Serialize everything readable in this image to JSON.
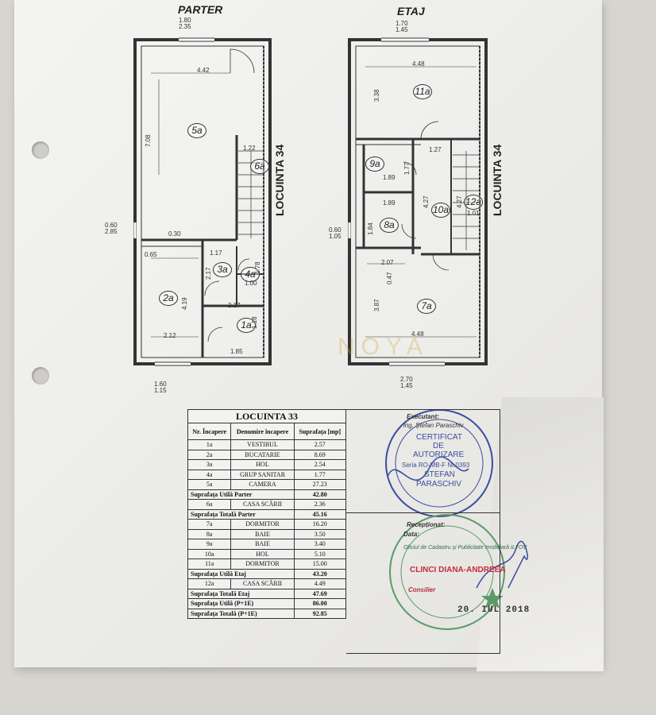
{
  "titles": {
    "ground_floor": "PARTER",
    "upper_floor": "ETAJ",
    "neighbor_unit": "LOCUINTA 34"
  },
  "watermark": "NOYA",
  "rooms": {
    "r1a": "1a",
    "r2a": "2a",
    "r3a": "3a",
    "r4a": "4a",
    "r5a": "5a",
    "r6a": "6a",
    "r7a": "7a",
    "r8a": "8a",
    "r9a": "9a",
    "r10a": "10a",
    "r11a": "11a",
    "r12a": "12a"
  },
  "dims": {
    "p_top": "1.80\n2.35",
    "p_442": "4.42",
    "p_708": "7.08",
    "p_122": "1.22",
    "p_left_mid": "0.60\n2.85",
    "p_030": "0.30",
    "p_065": "0.65",
    "p_117": "1.17",
    "p_217a": "2.17",
    "p_100": "1.00",
    "p_178": "1.78",
    "p_419": "4.19",
    "p_217b": "2.17",
    "p_212": "2.12",
    "p_118": "1.18",
    "p_185": "1.85",
    "p_bottom": "1.60\n1.15",
    "e_top": "1.70\n1.45",
    "e_448a": "4.48",
    "e_338": "3.38",
    "e_127": "1.27",
    "e_189a": "1.89",
    "e_177": "1.77",
    "e_427a": "4.27",
    "e_427b": "4.27",
    "e_101": "1.01",
    "e_189b": "1.89",
    "e_left_mid": "0.60\n1.05",
    "e_184": "1.84",
    "e_207": "2.07",
    "e_047": "0.47",
    "e_387": "3.87",
    "e_448b": "4.48",
    "e_bottom": "2.70\n1.45"
  },
  "table": {
    "title": "LOCUINTA 33",
    "headers": [
      "Nr. Încapere",
      "Denumire încapere",
      "Suprafața [mp]"
    ],
    "rows": [
      [
        "1a",
        "VESTIBUL",
        "2.57"
      ],
      [
        "2a",
        "BUCATARIE",
        "8.69"
      ],
      [
        "3a",
        "HOL",
        "2.54"
      ],
      [
        "4a",
        "GRUP SANITAR",
        "1.77"
      ],
      [
        "5a",
        "CAMERA",
        "27.23"
      ],
      [
        "Suprafața Utilă Parter",
        "",
        "42.80"
      ],
      [
        "6a",
        "CASA SCĂRII",
        "2.36"
      ],
      [
        "Suprafața Totală Parter",
        "",
        "45.16"
      ],
      [
        "7a",
        "DORMITOR",
        "16.20"
      ],
      [
        "8a",
        "BAIE",
        "3.50"
      ],
      [
        "9a",
        "BAIE",
        "3.40"
      ],
      [
        "10a",
        "HOL",
        "5.10"
      ],
      [
        "11a",
        "DORMITOR",
        "15.00"
      ],
      [
        "Suprafața Utilă Etaj",
        "",
        "43.20"
      ],
      [
        "12a",
        "CASA SCĂRII",
        "4.49"
      ],
      [
        "Suprafața Totală Etaj",
        "",
        "47.69"
      ],
      [
        "Suprafața Utilă (P+1E)",
        "",
        "86.00"
      ],
      [
        "Suprafața Totală (P+1E)",
        "",
        "92.85"
      ]
    ]
  },
  "stamps": {
    "executant_label": "Executant:",
    "executant_name": "ing. Ştefan Paraschiv",
    "cert_lines": [
      "CERTIFICAT",
      "DE",
      "AUTORIZARE",
      "Seria RO-MB-F Nr.0393",
      "STEFAN",
      "PARASCHIV"
    ],
    "receptionat_label": "Recepționat:",
    "date_label": "Data:",
    "office": "Oficiul de Cadastru şi Publicitate Imobiliară ILFOV",
    "inspector": "CLINCI DIANA-ANDREEA",
    "role": "Consilier",
    "date": "20. IUL 2018"
  },
  "colors": {
    "stamp_blue": "#3b4e9e",
    "stamp_green": "#5a9a66",
    "signature_red": "#c62a3a"
  }
}
